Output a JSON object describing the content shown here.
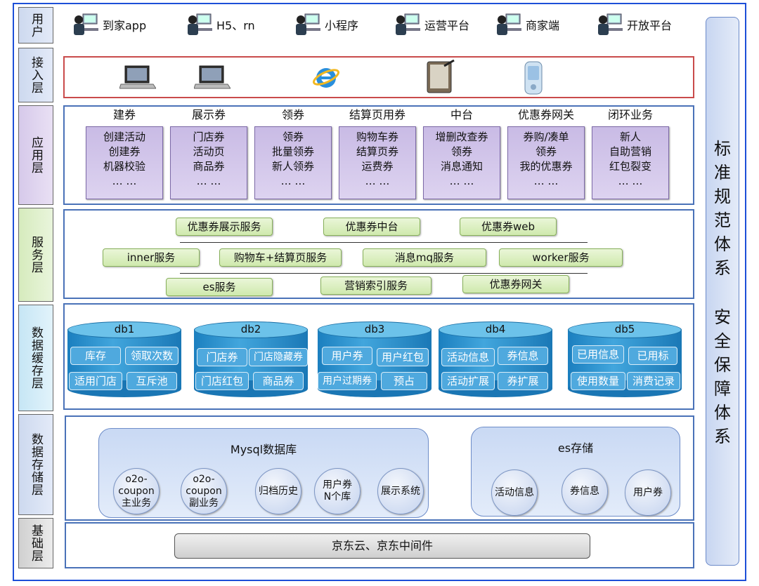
{
  "layers": {
    "user": "用户",
    "access": "接入层",
    "app": "应用层",
    "service": "服务层",
    "cache": "数据缓存层",
    "storage": "数据存储层",
    "base": "基础层"
  },
  "users": [
    "到家app",
    "H5、rn",
    "小程序",
    "运营平台",
    "商家端",
    "开放平台"
  ],
  "access_icons": [
    "laptop-icon",
    "laptop-icon",
    "ie-browser-icon",
    "tablet-icon",
    "phone-icon"
  ],
  "apps": [
    {
      "title": "建券",
      "lines": [
        "创建活动",
        "创建券",
        "机器校验",
        "… …"
      ]
    },
    {
      "title": "展示券",
      "lines": [
        "门店券",
        "活动页",
        "商品券",
        "… …"
      ]
    },
    {
      "title": "领券",
      "lines": [
        "领券",
        "批量领券",
        "新人领券",
        "… …"
      ]
    },
    {
      "title": "结算页用券",
      "lines": [
        "购物车券",
        "结算页券",
        "运费券",
        "… …"
      ]
    },
    {
      "title": "中台",
      "lines": [
        "增删改查券",
        "领券",
        "消息通知",
        "… …"
      ]
    },
    {
      "title": "优惠券网关",
      "lines": [
        "券购/凑单",
        "领券",
        "我的优惠券",
        "… …"
      ]
    },
    {
      "title": "闭环业务",
      "lines": [
        "新人",
        "自助营销",
        "红包裂变",
        "… …"
      ]
    }
  ],
  "services": {
    "row1": [
      "优惠券展示服务",
      "优惠券中台",
      "优惠券web"
    ],
    "row2": [
      "inner服务",
      "购物车+结算页服务",
      "消息mq服务",
      "worker服务"
    ],
    "row3": [
      "es服务",
      "营销索引服务",
      "优惠券网关"
    ]
  },
  "dbs": [
    {
      "name": "db1",
      "cells": [
        "库存",
        "领取次数",
        "适用门店",
        "互斥池"
      ]
    },
    {
      "name": "db2",
      "cells": [
        "门店券",
        "门店隐藏券",
        "门店红包",
        "商品券"
      ]
    },
    {
      "name": "db3",
      "cells": [
        "用户券",
        "用户红包",
        "用户过期券",
        "预占"
      ]
    },
    {
      "name": "db4",
      "cells": [
        "活动信息",
        "券信息",
        "活动扩展",
        "券扩展"
      ]
    },
    {
      "name": "db5",
      "cells": [
        "已用信息",
        "已用标",
        "使用数量",
        "消费记录"
      ]
    }
  ],
  "mysql": {
    "title": "Mysql数据库",
    "items": [
      "o2o-coupon\n主业务",
      "o2o-coupon\n副业务",
      "归档历史",
      "用户券\nN个库",
      "展示系统"
    ]
  },
  "es": {
    "title": "es存储",
    "items": [
      "活动信息",
      "券信息",
      "用户券"
    ]
  },
  "base": "京东云、京东中间件",
  "right": {
    "top": "标准规范体系",
    "bottom": "安全保障体系"
  }
}
